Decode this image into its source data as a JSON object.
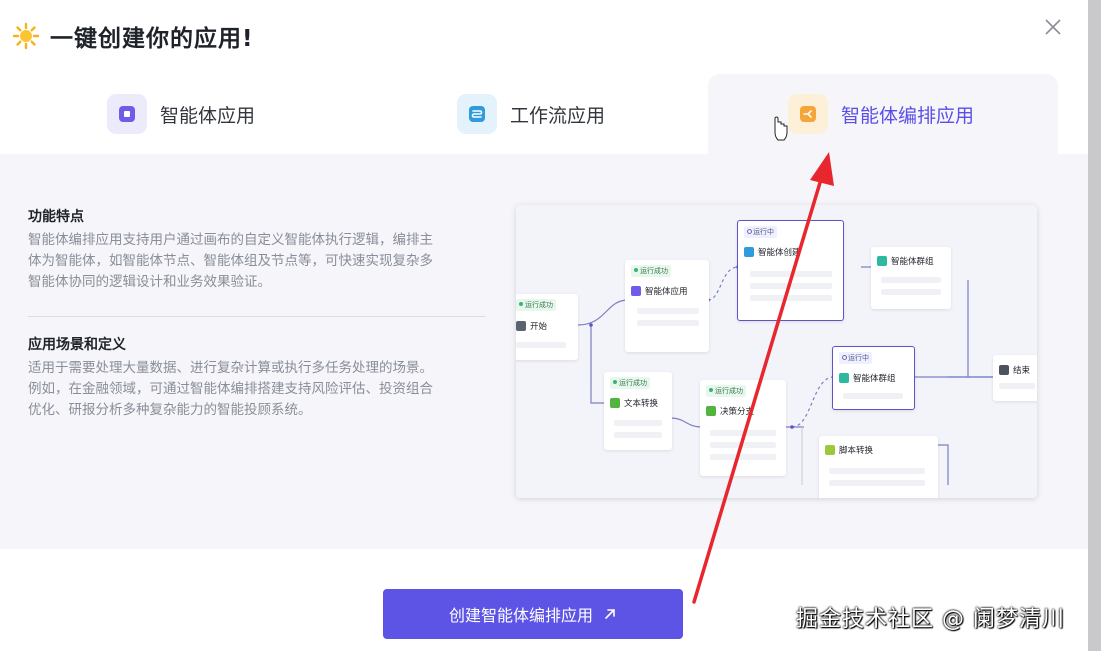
{
  "dialog": {
    "title": "一键创建你的应用!",
    "header_icon": "sun-icon",
    "close_icon": "close-icon"
  },
  "tabs": [
    {
      "label": "智能体应用",
      "icon": "agent-app-icon",
      "active": false
    },
    {
      "label": "工作流应用",
      "icon": "workflow-app-icon",
      "active": false
    },
    {
      "label": "智能体编排应用",
      "icon": "orchestration-app-icon",
      "active": true
    }
  ],
  "features": {
    "title": "功能特点",
    "lines": [
      "智能体编排应用支持用户通过画布的自定义智能体执行逻辑，编排主",
      "体为智能体，如智能体节点、智能体组及节点等，可快速实现复杂多",
      "智能体协同的逻辑设计和业务效果验证。"
    ]
  },
  "scenarios": {
    "title": "应用场景和定义",
    "lines": [
      "适用于需要处理大量数据、进行复杂计算或执行多任务处理的场景。",
      "例如，在金融领域，可通过智能体编排搭建支持风险评估、投资组合",
      "优化、研报分析多种复杂能力的智能投顾系统。"
    ]
  },
  "preview": {
    "status_success": "运行成功",
    "status_running": "运行中",
    "nodes": {
      "start": "开始",
      "agent_app": "智能体应用",
      "agent_create": "智能体创建",
      "agent_group_top": "智能体群组",
      "text_convert": "文本转换",
      "decision": "决策分支",
      "agent_group_mid": "智能体群组",
      "script_convert": "脚本转换",
      "end": "结束"
    }
  },
  "footer": {
    "create_label": "创建智能体编排应用",
    "create_icon": "external-arrow-icon"
  },
  "watermark": "掘金技术社区 @ 阑梦清川",
  "colors": {
    "accent": "#5d54e6",
    "annotation_arrow": "#e8262e",
    "panel_bg": "#f5f5fa"
  }
}
